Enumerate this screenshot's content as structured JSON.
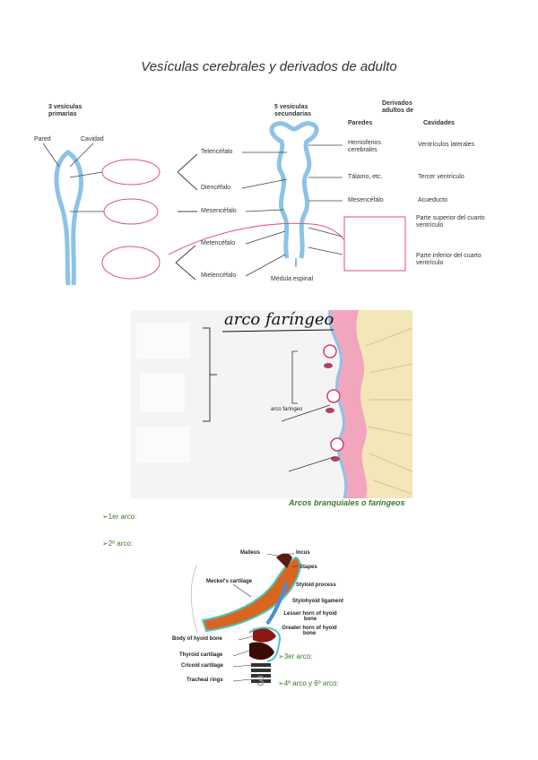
{
  "title": "Vesículas cerebrales y derivados de adulto",
  "fig1": {
    "primarias": "3 vesículas primarias",
    "secundarias": "5 vesículas secundarias",
    "derivados": "Derivados adultos de",
    "paredes": "Paredes",
    "cavidades": "Cavidades",
    "pared": "Pared",
    "cavidad": "Cavidad",
    "telencefalo": "Telencéfalo",
    "diencefalo": "Diencéfalo",
    "mesencefalo": "Mesencéfalo",
    "metencefalo": "Metencéfalo",
    "mielencefalo": "Mielencéfalo",
    "medula": "Médula espinal",
    "hemisferios": "Hemisferios cerebrales",
    "talamo": "Tálamo, etc.",
    "mesencefalo_r": "Mesencéfalo",
    "ventriculos": "Ventrículos laterales",
    "tercer": "Tercer ventrículo",
    "acueducto": "Acueducto",
    "parte_sup": "Parte superior del cuarto ventrículo",
    "parte_inf": "Parte inferior del cuarto ventrículo"
  },
  "fig2": {
    "handwritten": "arco faríngeo",
    "label": "arco faríngeo",
    "caption": "Arcos branquiales o faríngeos"
  },
  "arcos": {
    "primero": "➢1er arco:",
    "segundo": "➢2º arco:",
    "tercero": "➢3er arco:",
    "cuarto": "➢4º arco y 6º arco:"
  },
  "fig3": {
    "malleus": "Malleus",
    "incus": "Incus",
    "stapes": "Stapes",
    "meckel": "Meckel's cartilage",
    "styloid": "Styloid process",
    "stylohyoid": "Stylohyoid ligament",
    "lesser": "Lesser horn of hyoid bone",
    "greater": "Greater horn of hyoid bone",
    "body": "Body of hyoid bone",
    "thyroid": "Thyroid cartilage",
    "cricoid": "Cricoid cartilage",
    "tracheal": "Tracheal rings",
    "digit": "3"
  }
}
